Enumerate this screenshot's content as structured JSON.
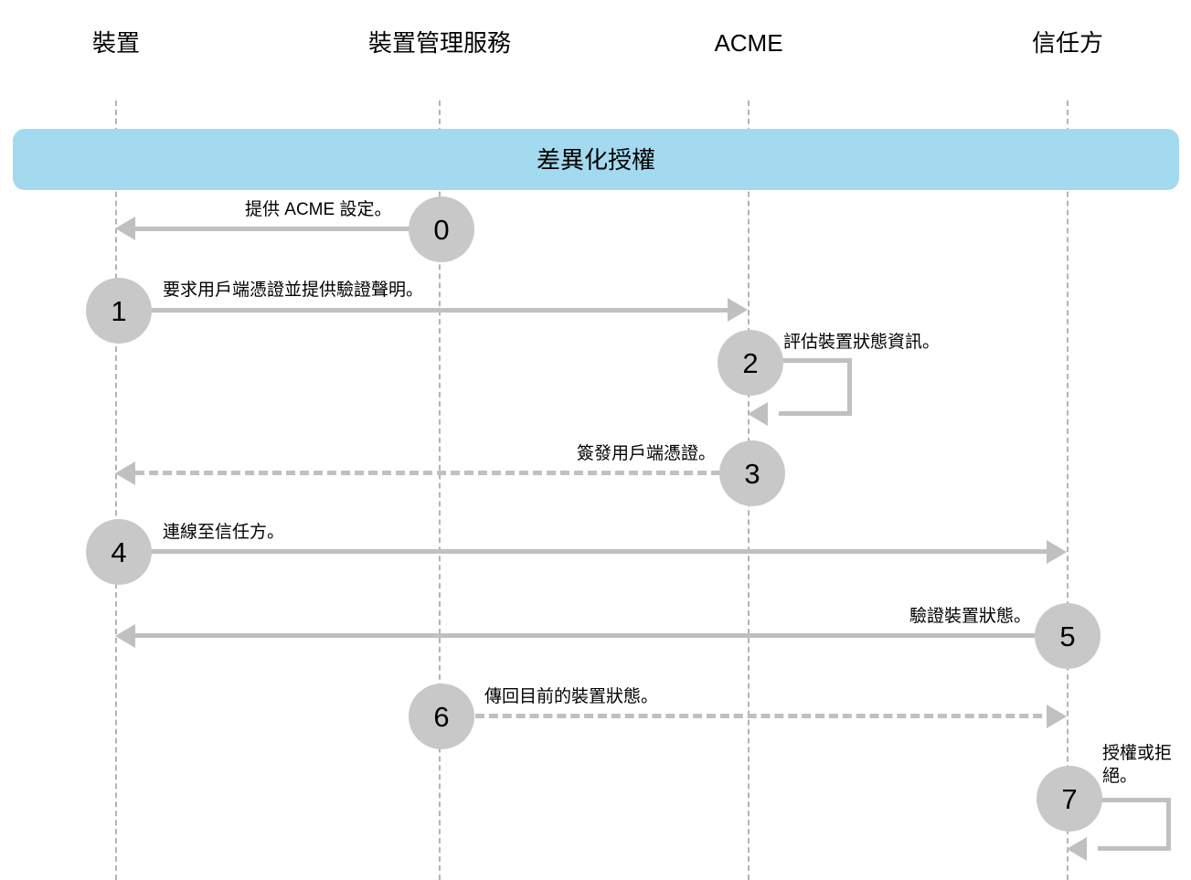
{
  "diagram": {
    "type": "sequence-diagram",
    "title_banner": {
      "label": "差異化授權",
      "color": "#a4daf0"
    },
    "colors": {
      "banner": "#a4daf0",
      "badge": "#c8c8c8",
      "arrow": "#c0c0c0",
      "lifeline": "#b4b4b4",
      "text": "#000000",
      "background": "#ffffff"
    },
    "participants": [
      {
        "id": "device",
        "label": "裝置"
      },
      {
        "id": "device-management-service",
        "label": "裝置管理服務"
      },
      {
        "id": "acme",
        "label": "ACME"
      },
      {
        "id": "relying-party",
        "label": "信任方"
      }
    ],
    "messages": [
      {
        "step": "0",
        "label": "提供 ACME 設定。",
        "from": "device-management-service",
        "to": "device",
        "direction": "left",
        "style": "solid"
      },
      {
        "step": "1",
        "label": "要求用戶端憑證並提供驗證聲明。",
        "from": "device",
        "to": "acme",
        "direction": "right",
        "style": "solid"
      },
      {
        "step": "2",
        "label": "評估裝置狀態資訊。",
        "from": "acme",
        "to": "acme",
        "direction": "self",
        "style": "solid"
      },
      {
        "step": "3",
        "label": "簽發用戶端憑證。",
        "from": "acme",
        "to": "device",
        "direction": "left",
        "style": "dashed"
      },
      {
        "step": "4",
        "label": "連線至信任方。",
        "from": "device",
        "to": "relying-party",
        "direction": "right",
        "style": "solid"
      },
      {
        "step": "5",
        "label": "驗證裝置狀態。",
        "from": "relying-party",
        "to": "device",
        "direction": "left",
        "style": "solid"
      },
      {
        "step": "6",
        "label": "傳回目前的裝置狀態。",
        "from": "device-management-service",
        "to": "relying-party",
        "direction": "right",
        "style": "dashed"
      },
      {
        "step": "7",
        "label": "授權或拒絕。",
        "from": "relying-party",
        "to": "relying-party",
        "direction": "self",
        "style": "solid"
      }
    ]
  }
}
